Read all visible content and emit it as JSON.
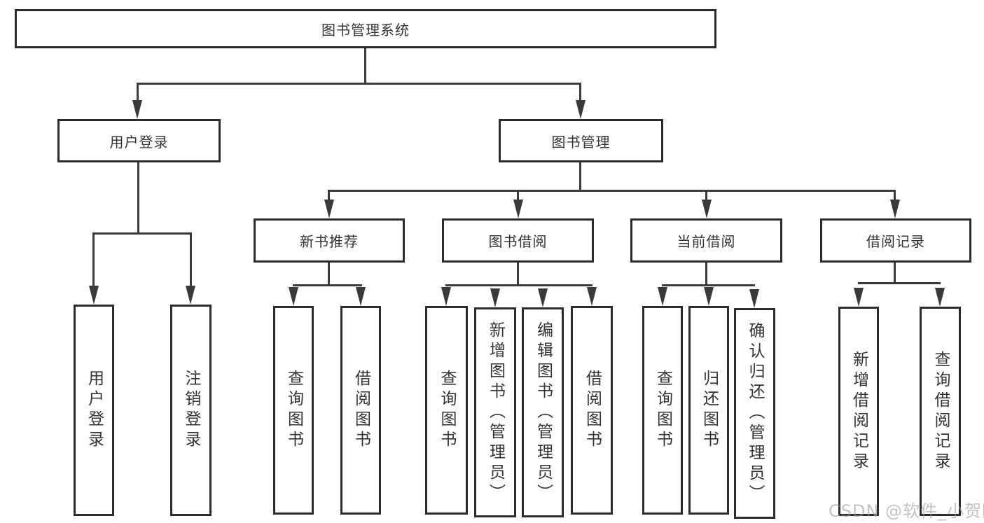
{
  "tree": {
    "root": {
      "label": "图书管理系统",
      "children": [
        {
          "label": "用户登录",
          "children": [
            {
              "label": "用户登录"
            },
            {
              "label": "注销登录"
            }
          ]
        },
        {
          "label": "图书管理",
          "children": [
            {
              "label": "新书推荐",
              "children": [
                {
                  "label": "查询图书"
                },
                {
                  "label": "借阅图书"
                }
              ]
            },
            {
              "label": "图书借阅",
              "children": [
                {
                  "label": "查询图书"
                },
                {
                  "label": "新增图书（管理员）"
                },
                {
                  "label": "编辑图书（管理员）"
                },
                {
                  "label": "借阅图书"
                }
              ]
            },
            {
              "label": "当前借阅",
              "children": [
                {
                  "label": "查询图书"
                },
                {
                  "label": "归还图书"
                },
                {
                  "label": "确认归还（管理员）"
                }
              ]
            },
            {
              "label": "借阅记录",
              "children": [
                {
                  "label": "新增借阅记录"
                },
                {
                  "label": "查询借阅记录"
                }
              ]
            }
          ]
        }
      ]
    }
  },
  "watermark": {
    "text": "CSDN @软件_小贺同学"
  },
  "colors": {
    "box_border": "#2c2c2c",
    "line": "#3a3a3a",
    "text": "#333333",
    "watermark": "#9e9e9e",
    "background": "#ffffff"
  }
}
